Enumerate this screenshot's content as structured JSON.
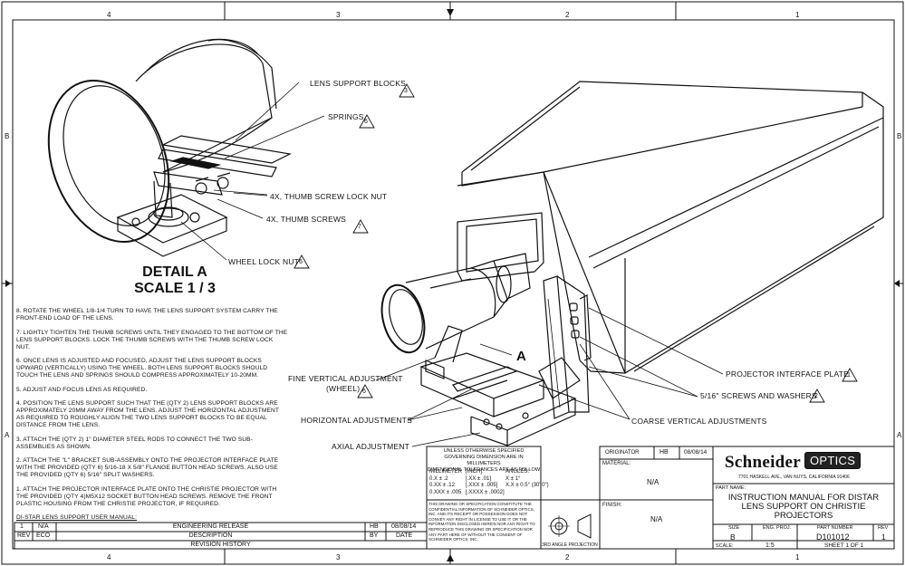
{
  "zones": {
    "columns_top": [
      "4",
      "3",
      "2",
      "1"
    ],
    "columns_bottom": [
      "4",
      "3",
      "2",
      "1"
    ],
    "rows_left": [
      "B",
      "A"
    ],
    "rows_right": [
      "B",
      "A"
    ]
  },
  "detail": {
    "title_line1": "DETAIL  A",
    "title_line2": "SCALE 1 / 3",
    "marker": "A"
  },
  "callouts": {
    "lens_support_blocks": {
      "text": "LENS SUPPORT BLOCKS",
      "num": "3"
    },
    "springs": {
      "text": "SPRINGS",
      "num": "6"
    },
    "thumb_screw_lock_nut": {
      "text": "4X, THUMB SCREW LOCK NUT"
    },
    "thumb_screws": {
      "text": "4X, THUMB SCREWS",
      "num": "7"
    },
    "wheel_lock_nut": {
      "text": "WHEEL LOCK NUT",
      "num": "6"
    },
    "projector_interface_plate": {
      "text": "PROJECTOR INTERFACE PLATE",
      "num": "1"
    },
    "screws_washers": {
      "text": "5/16\" SCREWS AND WASHERS",
      "num": "2"
    },
    "fine_vertical_line1": "FINE VERTICAL ADJUSTMENT",
    "fine_vertical_line2": "(WHEEL)",
    "fine_vertical_num": "6",
    "horizontal_adjustments": {
      "text": "HORIZONTAL ADJUSTMENTS"
    },
    "coarse_vertical": {
      "text": "COARSE VERTICAL ADJUSTMENTS"
    },
    "axial_adjustment": {
      "text": "AXIAL ADJUSTMENT"
    }
  },
  "notes": [
    "8. ROTATE THE WHEEL 1/8-1/4 TURN TO HAVE THE LENS SUPPORT SYSTEM CARRY THE FRONT-END LOAD OF THE LENS.",
    "7. LIGHTLY TIGHTEN THE THUMB SCREWS UNTIL THEY ENGAGED TO THE BOTTOM OF THE LENS SUPPORT BLOCKS.  LOCK THE THUMB SCREWS WITH THE THUMB SCREW LOCK NUT.",
    "6. ONCE LENS IS ADJUSTED AND FOCUSED, ADJUST THE LENS SUPPORT BLOCKS UPWARD (VERTICALLY) USING THE WHEEL.  BOTH LENS SUPPORT BLOCKS SHOULD TOUCH THE LENS AND SPRINGS SHOULD COMPRESS APPROXIMATELY 10-20MM.",
    "5. ADJUST AND FOCUS LENS AS REQUIRED.",
    "4. POSITION THE LENS SUPPORT SUCH THAT THE (QTY 2) LENS SUPPORT BLOCKS ARE APPROXIMATELY 20MM AWAY FROM THE LENS.  ADJUST THE HORIZONTAL ADJUSTMENT AS REQUIRED TO ROUGHLY ALIGN THE TWO LENS SUPPORT BLOCKS TO BE EQUAL DISTANCE FROM THE LENS.",
    "3. ATTACH THE (QTY 2) 1\" DIAMETER STEEL RODS TO CONNECT THE TWO SUB-ASSEMBLIES AS SHOWN.",
    "2. ATTACH THE \"L\" BRACKET SUB-ASSEMBLY ONTO THE PROJECTOR INTERFACE PLATE WITH THE PROVIDED (QTY 6)  5/16-18 X 5/8\" FLANGE BUTTON HEAD SCREWS.  ALSO USE THE PROVIDED (QTY 6) 5/16\" SPLIT WASHERS.",
    "1. ATTACH THE PROJECTOR INTERFACE PLATE ONTO THE CHRISTIE PROJECTOR WITH THE PROVIDED (QTY 4)M5X12 SOCKET BUTTON HEAD SCREWS.  REMOVE THE FRONT PLASTIC HOUSING FROM THE CHRISTIE PROJECTOR, IF REQUIRED."
  ],
  "manual_ref": "DI-STAR LENS SUPPORT USER MANUAL:",
  "revision": {
    "row": {
      "rev": "1",
      "eco": "N/A",
      "description": "ENGINEERING RELEASE",
      "by": "HB",
      "date": "08/08/14"
    },
    "headers": {
      "rev": "REV",
      "eco": "ECO",
      "description": "DESCRIPTION",
      "by": "BY",
      "date": "DATE"
    },
    "title": "REVISION HISTORY"
  },
  "tolerances": {
    "line1": "UNLESS OTHERWISE SPECIFIED",
    "line2": "GOVERNING DIMENSION ARE IN MILLIMETERS",
    "line3": "DIMENSIONAL TOLERANCES ARE AS FOLLOW",
    "mm_head": "MILLIMETER",
    "inch_head": "[INCH]:",
    "ang_head": "ANGLES:",
    "mm1": "0.X   ±  .2",
    "mm2": "0.XX  ±  .12",
    "mm3": "0.XXX  ±  .005",
    "in1": "[.XX  ±  .01]",
    "in2": "[.XXX  ±  .005]",
    "in3": "[.XXXX  ±  .0002]",
    "ang1": "X ± 1°",
    "ang2": "X.X ± 0.5° (30' 0\")"
  },
  "confidential": "THIS DRAWING OR SPECIFICATION CONSTITUTE THE CONFIDENTIAL INFORMATION OF SCHNEIDER OPTICS, INC. AND ITS RECEIPT OR POSSESSION DOES NOT CONVEY ANY RIGHT IN LICENSE TO USE IT OR THE INFORMATION DISCLOSED HEREIN NOR ANY RIGHT TO REPRODUCE THIS DRAWING OR SPECIFICATION NOR ANY PART HERE OF WITHOUT THE CONSENT OF SCHNEIDER OPTICS, INC.",
  "projection_label": "3RD ANGLE PROJECTION",
  "originator": {
    "label": "ORIGINATOR",
    "name": "HB",
    "date": "08/08/14"
  },
  "material": {
    "label": "MATERIAL:",
    "value": "N/A"
  },
  "finish": {
    "label": "FINISH:",
    "value": "N/A"
  },
  "company": {
    "name": "Schneider",
    "box": "OPTICS",
    "address": "7701 HASKELL AVE., VAN NUYS, CALIFORNIA 91406"
  },
  "part": {
    "label": "PART NAME:",
    "name_line1": "INSTRUCTION MANUAL FOR DISTAR",
    "name_line2": "LENS SUPPORT ON CHRISTIE",
    "name_line3": "PROJECTORS",
    "size_label": "SIZE",
    "size": "B",
    "eng_label": "ENG. PROJ.",
    "number_label": "PART NUMBER",
    "number": "D101012",
    "rev_label": "REV",
    "rev": "1",
    "scale_label": "SCALE:",
    "scale": "1:5",
    "sheet": "SHEET 1  OF 1"
  }
}
